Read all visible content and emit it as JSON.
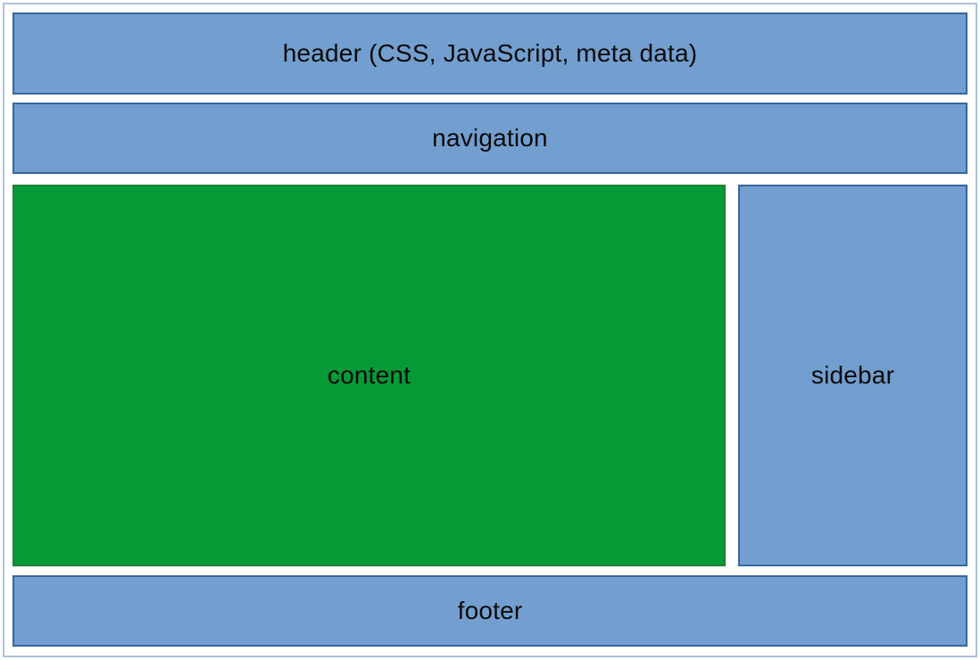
{
  "diagram": {
    "type": "webpage-layout-diagram",
    "blocks": {
      "header": {
        "label": "header (CSS, JavaScript, meta data)"
      },
      "navigation": {
        "label": "navigation"
      },
      "content": {
        "label": "content"
      },
      "sidebar": {
        "label": "sidebar"
      },
      "footer": {
        "label": "footer"
      }
    },
    "colors": {
      "block_fill": "#729fcf",
      "block_border": "#38659e",
      "content_fill": "#059a36",
      "content_border": "#1e8034",
      "page_frame_border": "#aac1dc",
      "text": "#0a0a0a",
      "background": "#ffffff"
    }
  }
}
